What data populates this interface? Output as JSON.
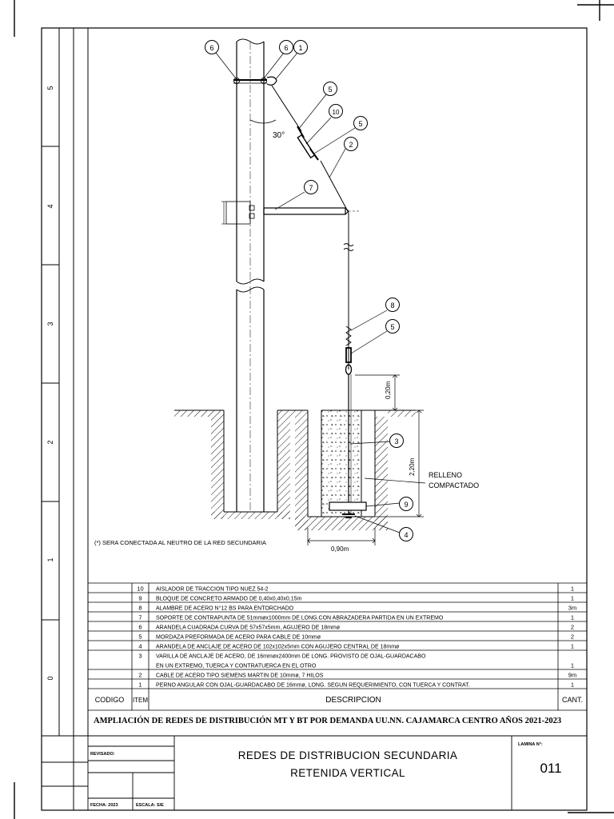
{
  "sheet": {
    "zone_numbers": [
      "5",
      "4",
      "3",
      "2",
      "1",
      "0"
    ]
  },
  "drawing": {
    "balloons": [
      "6",
      "6",
      "1",
      "5",
      "10",
      "5",
      "2",
      "7",
      "8",
      "5",
      "3",
      "9",
      "4"
    ],
    "angle": "30°",
    "dim_020": "0,20m",
    "dim_220": "2,20m",
    "dim_090": "0,90m",
    "relleno_line1": "RELLENO",
    "relleno_line2": "COMPACTADO",
    "note": "(*) SERA CONECTADA AL NEUTRO DE LA RED SECUNDARIA"
  },
  "bom": {
    "header": {
      "codigo": "CODIGO",
      "item": "ITEM",
      "descripcion": "DESCRIPCION",
      "cant": "CANT."
    },
    "rows": [
      {
        "item": "10",
        "desc": "AISLADOR DE TRACCION TIPO NUEZ 54-2",
        "cant": "1"
      },
      {
        "item": "9",
        "desc": "BLOQUE DE CONCRETO ARMADO DE 0,40x0,40x0,15m",
        "cant": "1"
      },
      {
        "item": "8",
        "desc": "ALAMBRE DE ACERO N°12 BS PARA ENTORCHADO",
        "cant": "3m"
      },
      {
        "item": "7",
        "desc": "SOPORTE DE CONTRAPUNTA DE 51mmøx1000mm DE LONG.CON ABRAZADERA PARTIDA EN UN EXTREMO",
        "cant": "1"
      },
      {
        "item": "6",
        "desc": "ARANDELA CUADRADA CURVA DE 57x57x5mm, AGUJERO DE 18mmø",
        "cant": "2"
      },
      {
        "item": "5",
        "desc": "MORDAZA PREFORMADA DE ACERO PARA CABLE DE 10mmø",
        "cant": "2"
      },
      {
        "item": "4",
        "desc": "ARANDELA DE ANCLAJE DE ACERO DE 102x102x5mm CON AGUJERO CENTRAL DE 18mmø",
        "cant": "1"
      },
      {
        "item": "3",
        "desc": "VARILLA DE ANCLAJE DE ACERO, DE 16mmøx2400mm DE LONG. PROVISTO DE OJAL-GUARDACABO",
        "cant": ""
      },
      {
        "item": "",
        "desc": "EN UN EXTREMO, TUERCA Y CONTRATUERCA EN EL OTRO",
        "cant": "1"
      },
      {
        "item": "2",
        "desc": "CABLE DE ACERO TIPO SIEMENS MARTIN DE 10mmø, 7 HILOS",
        "cant": "9m"
      },
      {
        "item": "1",
        "desc": "PERNO ANGULAR CON OJAL-GUARDACABO DE 16mmø, LONG. SEGUN REQUERIMIENTO, CON TUERCA Y CONTRAT.",
        "cant": "1"
      }
    ]
  },
  "title_block": {
    "project": "AMPLIACIÓN DE REDES DE DISTRIBUCIÓN MT Y BT POR DEMANDA UU.NN. CAJAMARCA CENTRO AÑOS 2021-2023",
    "revisado_label": "REVISADO:",
    "fecha_label": "FECHA: 2023",
    "escala_label": "ESCALA: S/E",
    "title_line1": "REDES DE DISTRIBUCION SECUNDARIA",
    "title_line2": "RETENIDA VERTICAL",
    "lamina_label": "LAMINA N°:",
    "lamina_number": "011"
  }
}
